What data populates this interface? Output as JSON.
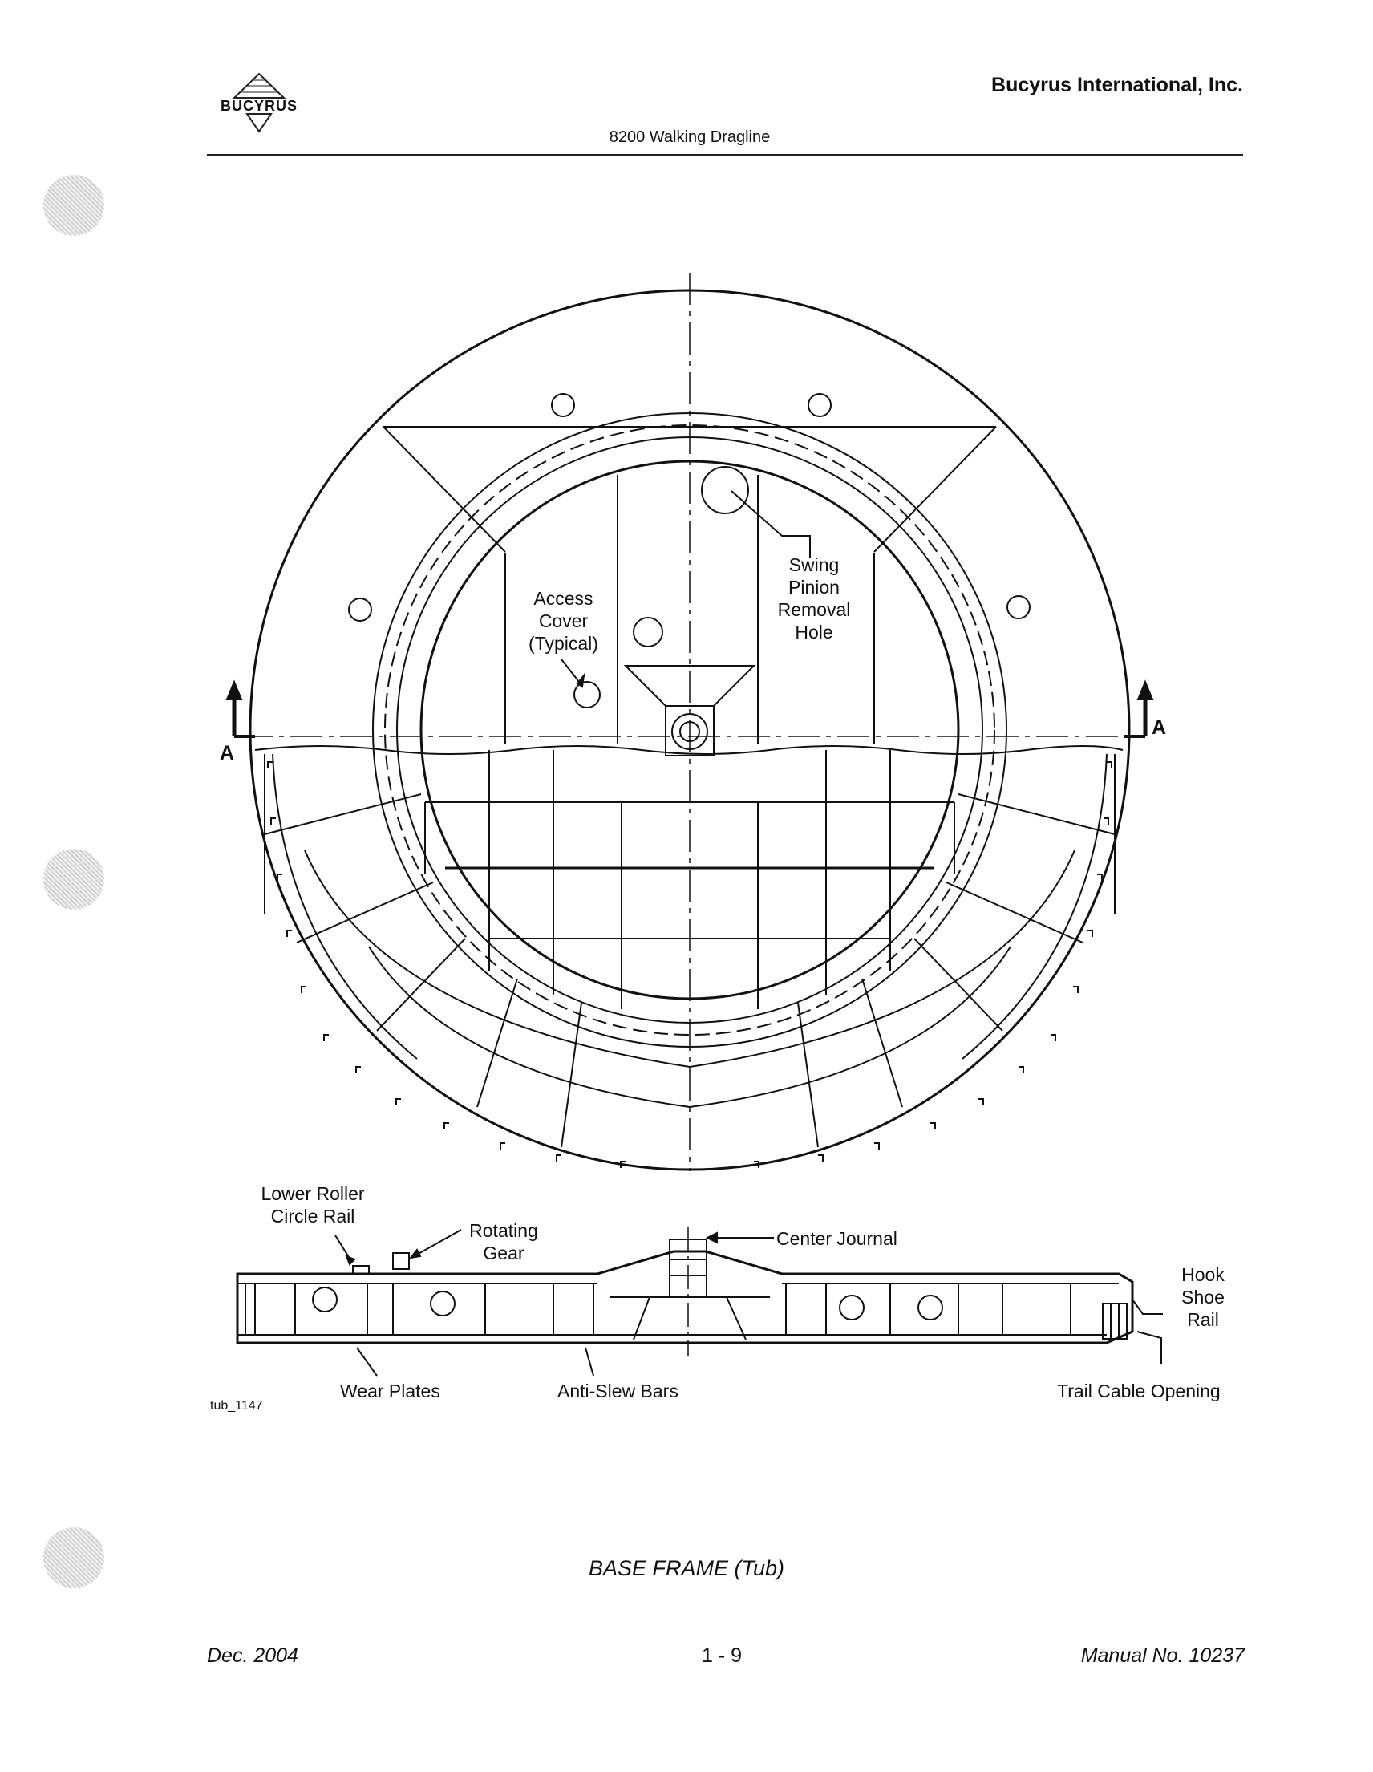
{
  "header": {
    "company": "Bucyrus International, Inc.",
    "subtitle": "8200 Walking Dragline",
    "logo_text": "BUCYRUS"
  },
  "diagram": {
    "labels": {
      "access_cover": [
        "Access",
        "Cover",
        "(Typical)"
      ],
      "swing_pinion": [
        "Swing",
        "Pinion",
        "Removal",
        "Hole"
      ],
      "section_marker": "A",
      "lower_roller": [
        "Lower Roller",
        "Circle Rail"
      ],
      "rotating_gear": [
        "Rotating",
        "Gear"
      ],
      "center_journal": "Center Journal",
      "hook_shoe_rail": [
        "Hook",
        "Shoe",
        "Rail"
      ],
      "wear_plates": "Wear Plates",
      "anti_slew_bars": "Anti-Slew Bars",
      "trail_cable_opening": "Trail Cable Opening"
    },
    "ref_code": "tub_1147",
    "caption": "BASE FRAME (Tub)"
  },
  "footer": {
    "date": "Dec. 2004",
    "page": "1 - 9",
    "manual": "Manual No. 10237"
  }
}
